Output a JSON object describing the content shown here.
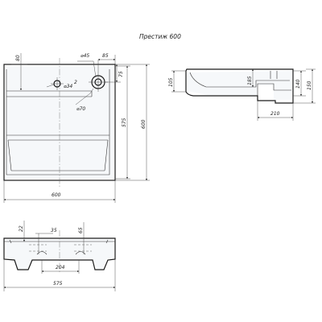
{
  "title": "Престиж 600",
  "top_view": {
    "width": "600",
    "depth": "575",
    "total_depth": "600",
    "overflow_offset": "80",
    "overflow_hole": "⌀34",
    "overflow_slope": "2",
    "tap_hole": "⌀45",
    "tap_offset": "85",
    "tap_depth": "75",
    "tap_base": "⌀70"
  },
  "side_view": {
    "front_height": "105",
    "bowl_depth": "185",
    "overall_height": "140",
    "back_height": "150",
    "bracket_depth": "210"
  },
  "front_view": {
    "bracket_height": "22",
    "left_hole": "35",
    "right_hole": "65",
    "hole_spacing": "204",
    "width": "575"
  }
}
